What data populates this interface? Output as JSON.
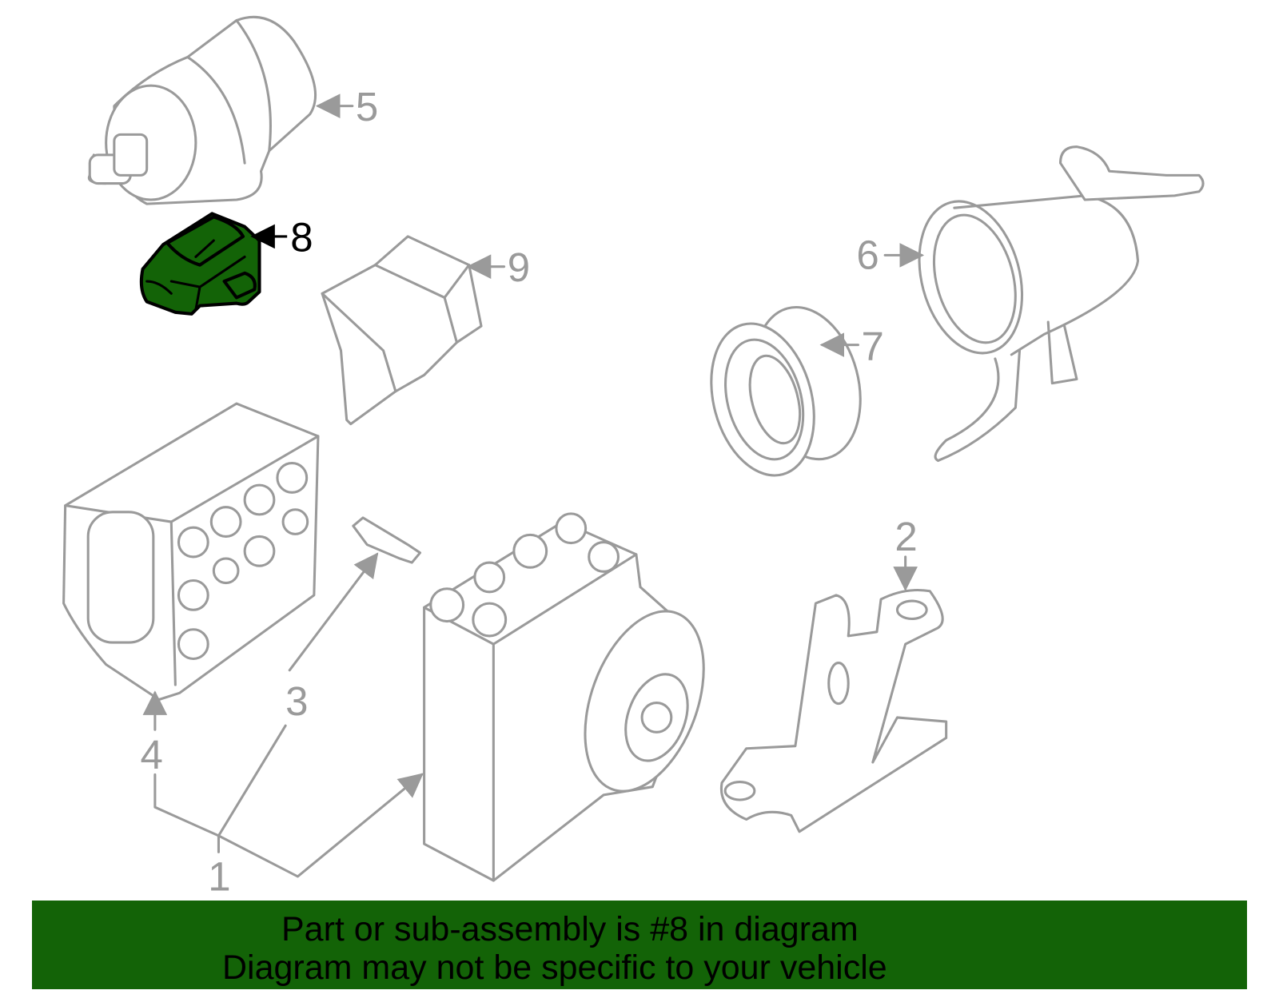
{
  "highlight_color": "#136307",
  "line_color": "#9a9a9a",
  "callouts": {
    "c1": "1",
    "c2": "2",
    "c3": "3",
    "c4": "4",
    "c5": "5",
    "c6": "6",
    "c7": "7",
    "c8": "8",
    "c9": "9"
  },
  "highlighted_part": "8",
  "banner": {
    "line1": "Part or sub-assembly is #8 in diagram",
    "line2": "Diagram may not be specific to your vehicle"
  }
}
